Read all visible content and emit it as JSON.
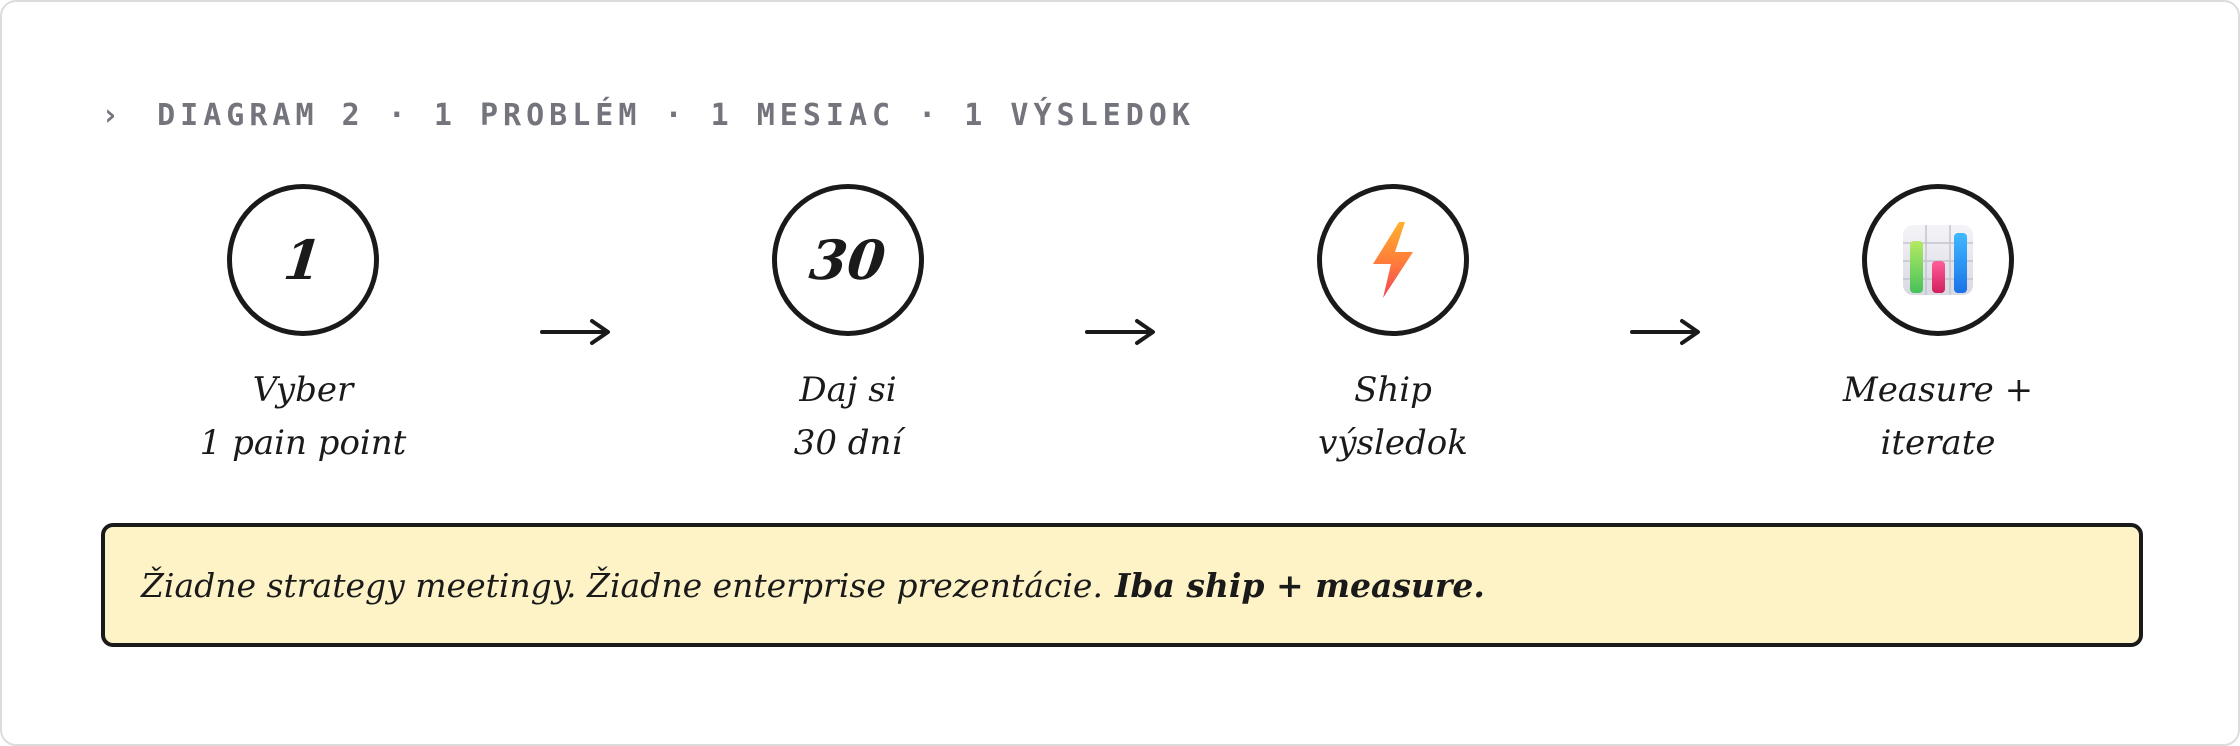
{
  "caption": {
    "chevron": "›",
    "text": "DIAGRAM 2 · 1 PROBLÉM · 1 MESIAC · 1 VÝSLEDOK"
  },
  "steps": [
    {
      "badge": "1",
      "line1": "Vyber",
      "line2": "1 pain point"
    },
    {
      "badge": "30",
      "line1": "Daj si",
      "line2": "30 dní"
    },
    {
      "icon": "lightning-bolt-icon",
      "line1": "Ship",
      "line2": "výsledok"
    },
    {
      "icon": "bar-chart-icon",
      "line1": "Measure +",
      "line2": "iterate"
    }
  ],
  "arrow_glyph": "→",
  "note": {
    "text": "Žiadne strategy meetingy. Žiadne enterprise prezentácie.",
    "emphasis": "Iba ship + measure."
  },
  "colors": {
    "ink": "#1a1a1a",
    "caption": "#73747c",
    "note_bg": "#fdf3c7"
  }
}
